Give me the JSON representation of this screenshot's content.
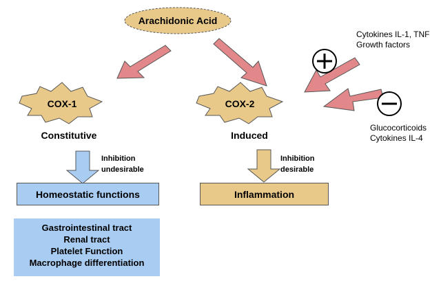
{
  "colors": {
    "tan": "#e8c98a",
    "light_blue": "#a9cdf2",
    "red_arrow": "#e2878a",
    "outline": "#555555"
  },
  "nodes": {
    "arachidonic_acid": "Arachidonic Acid",
    "cox1": "COX-1",
    "cox1_caption": "Constitutive",
    "cox2": "COX-2",
    "cox2_caption": "Induced",
    "homeostatic": "Homeostatic functions",
    "inflammation": "Inflammation"
  },
  "annotations": {
    "inhibition_undesirable_line1": "Inhibition",
    "inhibition_undesirable_line2": "undesirable",
    "inhibition_desirable_line1": "Inhibition",
    "inhibition_desirable_line2": "desirable"
  },
  "stimulators": {
    "sign": "+",
    "line1": "Cytokines IL-1, TNF",
    "line2": "Growth factors"
  },
  "inhibitors": {
    "sign": "−",
    "line1": "Glucocorticoids",
    "line2": "Cytokines IL-4"
  },
  "homeostatic_list": [
    "Gastrointestinal tract",
    "Renal tract",
    "Platelet Function",
    "Macrophage differentiation"
  ]
}
